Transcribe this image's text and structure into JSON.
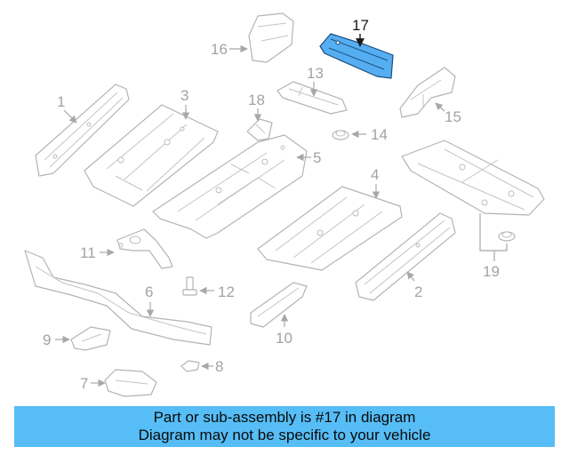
{
  "diagram": {
    "highlighted_part": "17",
    "callouts": [
      "1",
      "2",
      "3",
      "4",
      "5",
      "6",
      "7",
      "8",
      "9",
      "10",
      "11",
      "12",
      "13",
      "14",
      "15",
      "16",
      "17",
      "18",
      "19"
    ]
  },
  "banner": {
    "line1": "Part or sub-assembly is #17 in diagram",
    "line2": "Diagram may not be specific to your vehicle"
  },
  "colors": {
    "banner_background": "#56bdf6",
    "highlight_fill": "#55aef2",
    "part_line": "#b4b4b4"
  }
}
